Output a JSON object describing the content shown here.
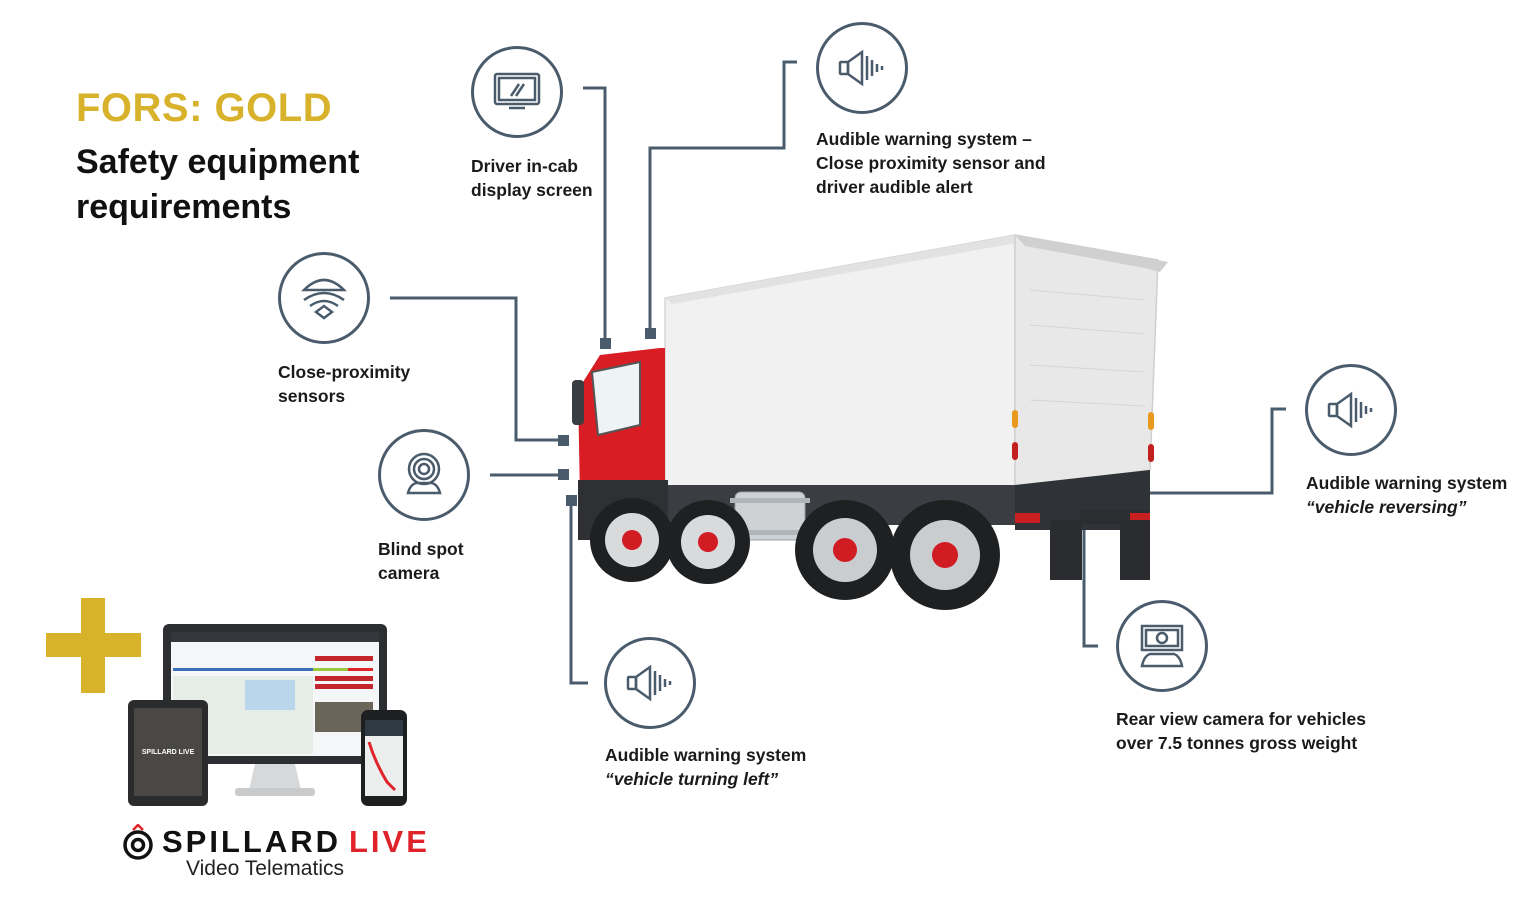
{
  "header": {
    "title_gold": "FORS: GOLD",
    "title_line1": "Safety equipment",
    "title_line2": "requirements"
  },
  "colors": {
    "gold": "#d9b22c",
    "slate": "#4a5c6c",
    "cab_red": "#d81e24",
    "brand_red": "#e0232a"
  },
  "callouts": [
    {
      "id": "display",
      "icon": "monitor-icon",
      "line1": "Driver in-cab",
      "line2": "display screen"
    },
    {
      "id": "audible-proximity",
      "icon": "speaker-icon",
      "line1": "Audible warning system –",
      "line2": "Close proximity sensor and",
      "line3": "driver audible alert"
    },
    {
      "id": "proximity-sensors",
      "icon": "sensor-icon",
      "line1": "Close-proximity",
      "line2": "sensors"
    },
    {
      "id": "blind-spot",
      "icon": "webcam-icon",
      "line1": "Blind spot",
      "line2": "camera"
    },
    {
      "id": "audible-reversing",
      "icon": "speaker-icon",
      "line1": "Audible warning system",
      "line2": "“vehicle reversing”"
    },
    {
      "id": "audible-left",
      "icon": "speaker-icon",
      "line1": "Audible warning system",
      "line2": "“vehicle turning left”"
    },
    {
      "id": "rear-camera",
      "icon": "rear-camera-icon",
      "line1": "Rear view camera for vehicles",
      "line2": "over 7.5 tonnes gross weight"
    }
  ],
  "branding": {
    "brand_name": "SPILLARD",
    "brand_live": "LIVE",
    "subtitle": "Video Telematics",
    "tablet_logo": "SPILLARD LIVE"
  }
}
